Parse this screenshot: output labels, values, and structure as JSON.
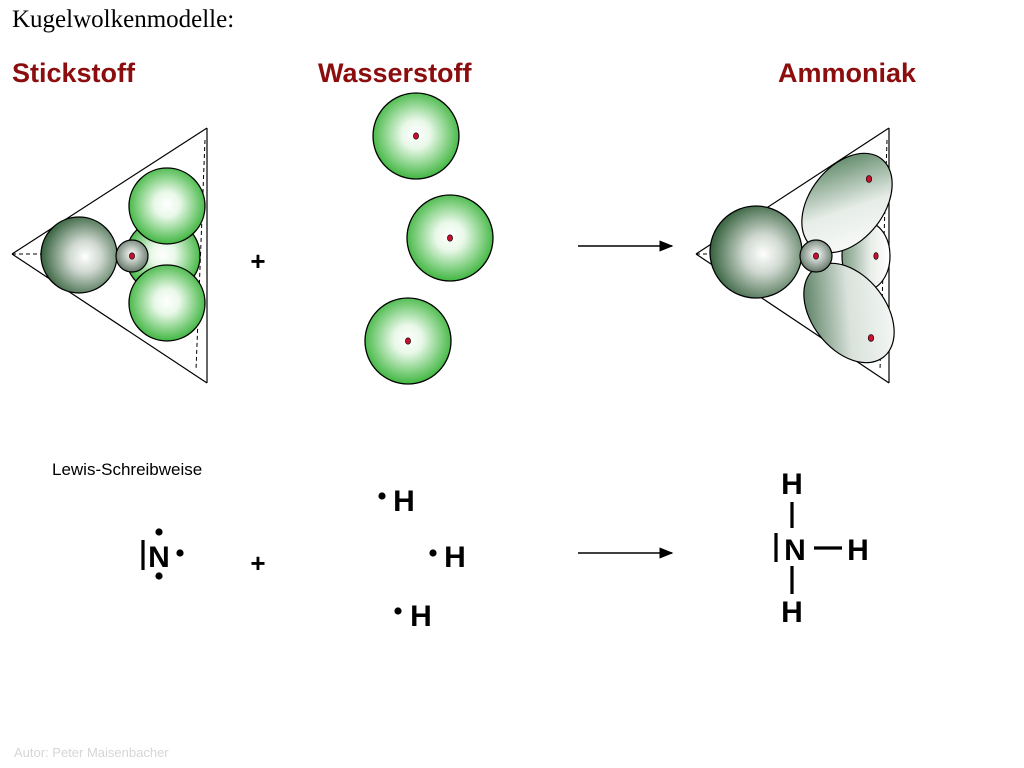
{
  "title": "Kugelwolkenmodelle:",
  "headings": {
    "nitrogen": "Stickstoff",
    "hydrogen": "Wasserstoff",
    "ammonia": "Ammoniak"
  },
  "operators": {
    "plus": "+"
  },
  "lewis": {
    "label": "Lewis-Schreibweise",
    "nitrogen_symbol": "N",
    "hydrogen_symbol": "H"
  },
  "author": "Autor: Peter Maisenbacher",
  "colors": {
    "heading": "#8b0d0d",
    "electron_cloud": "#3dbb3d",
    "nucleus_core": "#2f5e3a",
    "nucleus_dot": "#c8102e"
  }
}
